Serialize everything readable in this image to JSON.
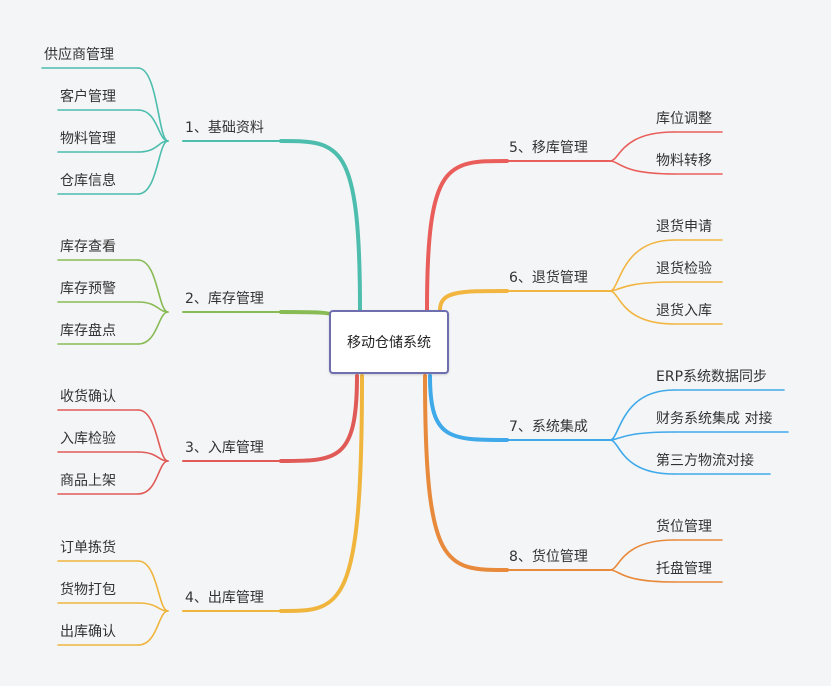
{
  "root": "移动仓储系统",
  "branches": [
    {
      "label": "1、基础资料",
      "color": "#4dbdad",
      "children": [
        "供应商管理",
        "客户管理",
        "物料管理",
        "仓库信息"
      ]
    },
    {
      "label": "2、库存管理",
      "color": "#89bb55",
      "children": [
        "库存查看",
        "库存预警",
        "库存盘点"
      ]
    },
    {
      "label": "3、入库管理",
      "color": "#e05b57",
      "children": [
        "收货确认",
        "入库检验",
        "商品上架"
      ]
    },
    {
      "label": "4、出库管理",
      "color": "#f0b53d",
      "children": [
        "订单拣货",
        "货物打包",
        "出库确认"
      ]
    },
    {
      "label": "5、移库管理",
      "color": "#e95e5a",
      "children": [
        "库位调整",
        "物料转移"
      ]
    },
    {
      "label": "6、退货管理",
      "color": "#f2b540",
      "children": [
        "退货申请",
        "退货检验",
        "退货入库"
      ]
    },
    {
      "label": "7、系统集成",
      "color": "#3fa9ea",
      "children": [
        "ERP系统数据同步",
        "财务系统集成 对接",
        "第三方物流对接"
      ]
    },
    {
      "label": "8、货位管理",
      "color": "#e88a3c",
      "children": [
        "货位管理",
        "托盘管理"
      ]
    }
  ]
}
